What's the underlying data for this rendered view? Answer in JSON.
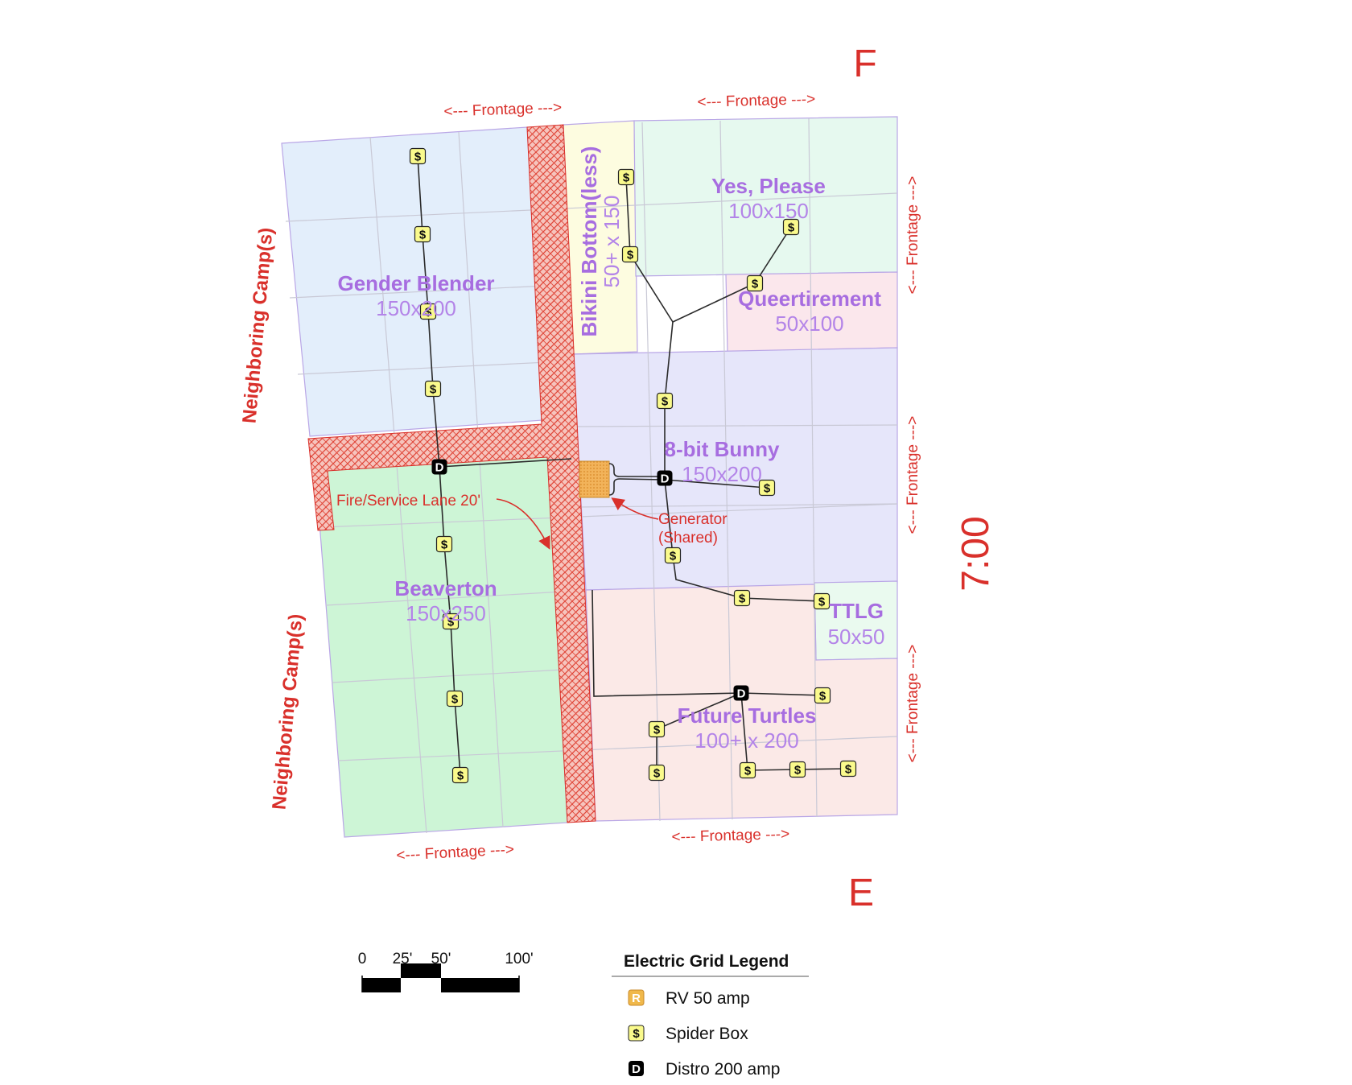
{
  "compass": {
    "top": "F",
    "bottom": "E",
    "clock": "7:00"
  },
  "frontage": {
    "top_left": "<--- Frontage --->",
    "top_right": "<--- Frontage --->",
    "bottom_left": "<--- Frontage --->",
    "bottom_right": "<--- Frontage --->",
    "right_1": "<--- Frontage --->",
    "right_2": "<--- Frontage --->",
    "right_3": "<--- Frontage --->"
  },
  "neighboring": {
    "upper": "Neighboring Camp(s)",
    "lower": "Neighboring Camp(s)"
  },
  "camps": {
    "gender_blender": {
      "name": "Gender Blender",
      "size": "150x200",
      "color": "#e3eefb"
    },
    "bikini_bottom": {
      "name": "Bikini Bottom(less)",
      "size": "50+ x 150",
      "color": "#fdfce0"
    },
    "yes_please": {
      "name": "Yes, Please",
      "size": "100x150",
      "color": "#e6f9ef"
    },
    "queertirement": {
      "name": "Queertirement",
      "size": "50x100",
      "color": "#fbe7ec"
    },
    "bunny": {
      "name": "8-bit Bunny",
      "size": "150x200",
      "color": "#e6e6fa"
    },
    "beaverton": {
      "name": "Beaverton",
      "size": "150x250",
      "color": "#cdf5d6"
    },
    "ttlg": {
      "name": "TTLG",
      "size": "50x50",
      "color": "#eafaef"
    },
    "future_turtles": {
      "name": "Future Turtles",
      "size": "100+ x 200",
      "color": "#fbe9e7"
    }
  },
  "annotations": {
    "fire_lane": "Fire/Service Lane 20'",
    "generator_line1": "Generator",
    "generator_line2": "(Shared)"
  },
  "scale_bar": {
    "labels": [
      "0",
      "25'",
      "50'",
      "100'"
    ]
  },
  "legend": {
    "title": "Electric Grid Legend",
    "items": [
      {
        "icon": "R",
        "label": "RV 50 amp",
        "icon_name": "rv-50-amp-icon"
      },
      {
        "icon": "$",
        "label": "Spider Box",
        "icon_name": "spider-box-icon"
      },
      {
        "icon": "D",
        "label": "Distro 200 amp",
        "icon_name": "distro-200-amp-icon"
      }
    ]
  },
  "colors": {
    "accent_red": "#d9302b",
    "label_purple": "#a76de0",
    "spider_yellow": "#fafa8c",
    "rv_orange": "#f0b84a"
  }
}
